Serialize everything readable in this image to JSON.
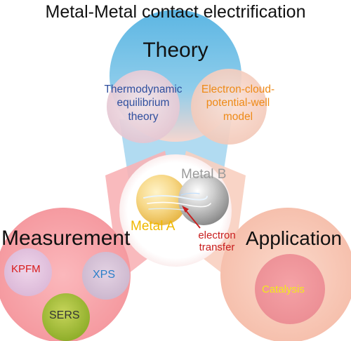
{
  "title": "Metal-Metal contact electrification",
  "lobes": {
    "theory": "Theory",
    "measurement": "Measurement",
    "application": "Application"
  },
  "theory_items": {
    "thermodynamic": "Thermodynamic\nequilibrium\ntheory",
    "electron_cloud": "Electron-cloud-\npotential-well\nmodel"
  },
  "center": {
    "metal_a": "Metal A",
    "metal_b": "Metal B",
    "electron_transfer": "electron\ntransfer"
  },
  "measurement_items": {
    "kpfm": "KPFM",
    "xps": "XPS",
    "sers": "SERS"
  },
  "application_items": {
    "catalysis": "Catalysis"
  },
  "colors": {
    "theory_blue": "#79c3e6",
    "measurement_pink": "#f7a2a6",
    "application_peach": "#f7c9b8",
    "thermo_text": "#2f4f9e",
    "ecloud_text": "#ee8a17",
    "metal_a": "#f0b800",
    "metal_b_text": "#9a9a9a",
    "arrow_red": "#c81e1e",
    "sers_fill": "#a8c23a",
    "catalysis_text": "#f2ea1a"
  }
}
